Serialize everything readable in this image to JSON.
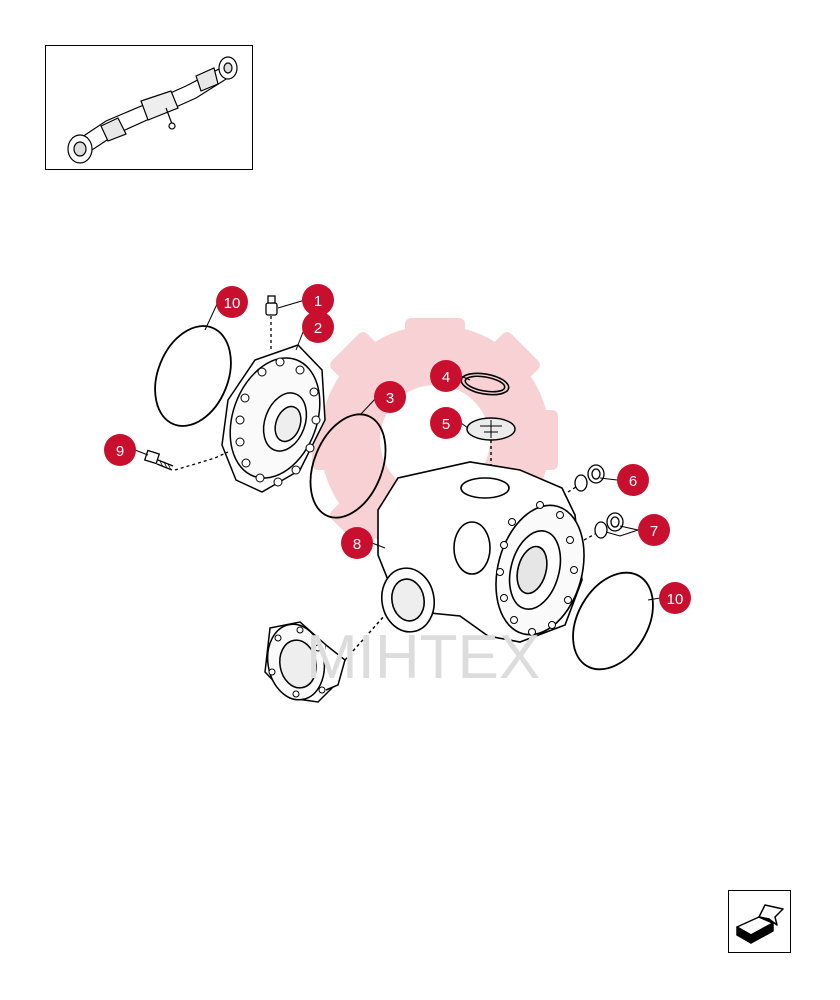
{
  "watermark": {
    "text": "MIHTEX"
  },
  "colors": {
    "callout": "#c8102e",
    "line": "#000000",
    "watermark_gear": "#f7c9cd",
    "watermark_text": "#dcdcdc"
  },
  "callouts": [
    {
      "id": "callout-1",
      "label": "1"
    },
    {
      "id": "callout-2",
      "label": "2"
    },
    {
      "id": "callout-3",
      "label": "3"
    },
    {
      "id": "callout-4",
      "label": "4"
    },
    {
      "id": "callout-5",
      "label": "5"
    },
    {
      "id": "callout-6",
      "label": "6"
    },
    {
      "id": "callout-7",
      "label": "7"
    },
    {
      "id": "callout-8",
      "label": "8"
    },
    {
      "id": "callout-9",
      "label": "9"
    },
    {
      "id": "callout-10a",
      "label": "10"
    },
    {
      "id": "callout-10b",
      "label": "10"
    }
  ],
  "icons": {
    "thumbnail": "axle-assembly-thumbnail",
    "nav": "next-page-arrow-icon"
  }
}
